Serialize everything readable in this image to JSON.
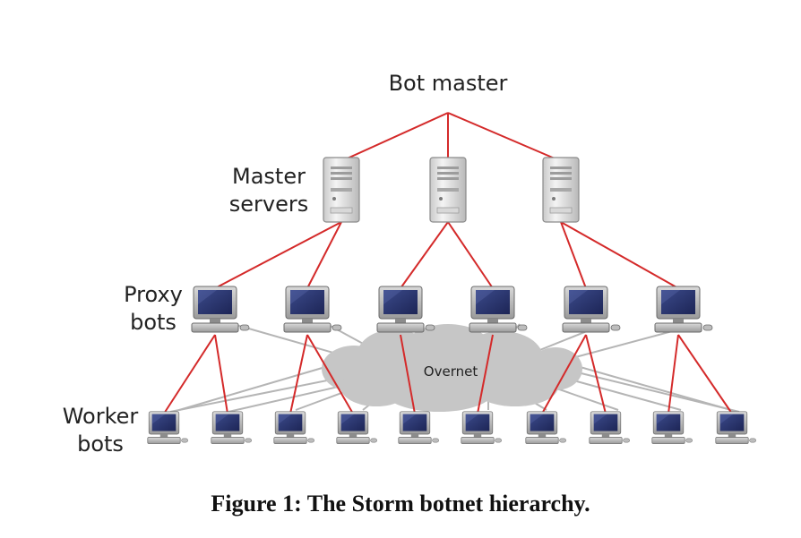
{
  "diagram": {
    "nodes": {
      "bot_master": "Bot master",
      "master_servers": [
        "Master",
        "servers"
      ],
      "proxy_bots": [
        "Proxy",
        "bots"
      ],
      "worker_bots": [
        "Worker",
        "bots"
      ],
      "network": "Overnet"
    },
    "colors": {
      "link": "#d42a2a",
      "overnet_link": "#b5b5b5",
      "cloud": "#c6c6c6"
    },
    "icons": {
      "master_server": "server-icon",
      "proxy_bot": "computer-icon",
      "worker_bot": "computer-icon"
    }
  },
  "caption": "Figure 1:  The Storm botnet hierarchy."
}
